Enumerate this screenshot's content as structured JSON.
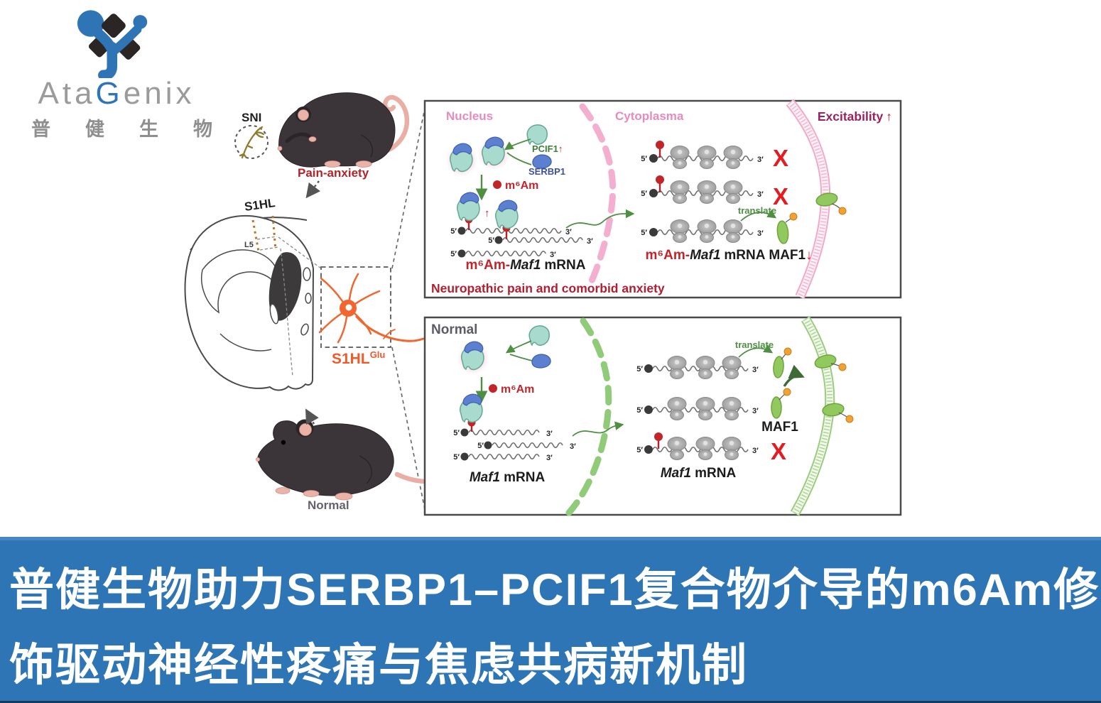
{
  "logo": {
    "word_pre": "Ata",
    "word_g": "G",
    "word_post": "enix",
    "cn": "普健生物"
  },
  "scene": {
    "sni": "SNI",
    "pain_anxiety": "Pain-anxiety",
    "s1hl": "S1HL",
    "l5": "L5",
    "s1hl_glu": "S1HL",
    "s1hl_glu_sup": "Glu",
    "normal_mouse": "Normal"
  },
  "labels": {
    "five_prime": "5′",
    "three_prime": "3′",
    "x_mark": "X",
    "up_arrow": "↑",
    "down_arrow": "↓",
    "m6am": "m⁶Am",
    "m6am_dash": "m⁶Am-",
    "maf1_gene": "Maf1",
    "mrna": "mRNA",
    "maf1_protein": "MAF1",
    "translate": "translate",
    "pcif1": "PCIF1",
    "serbp1": "SERBP1"
  },
  "panel_top": {
    "nucleus": "Nucleus",
    "cytoplasma": "Cytoplasma",
    "excitability": "Excitability",
    "caption": "Neuropathic pain and comorbid anxiety"
  },
  "panel_bottom": {
    "normal": "Normal"
  },
  "banner": {
    "line1": "普健生物助力SERBP1–PCIF1复合物介导的m6Am修",
    "line2": "饰驱动神经性疼痛与焦虑共病新机制"
  },
  "colors": {
    "banner_bg": "#2E75B6",
    "banner_top_edge": "#4A85C3",
    "banner_bottom_edge": "#173B5E",
    "logo_blue": "#2F75B6",
    "logo_dark": "#2B2523",
    "pink_label": "#E78BBE",
    "excitability_magenta": "#9B2162",
    "red": "#C2242B",
    "green_text": "#3F7D3A",
    "navy_text": "#3D4F9E",
    "caption_red": "#B01F30",
    "neuron_orange": "#F1592A",
    "maf1_green": "#92C95E",
    "membrane_pink": "#F2A9C9",
    "membrane_green": "#9ACB7E"
  }
}
